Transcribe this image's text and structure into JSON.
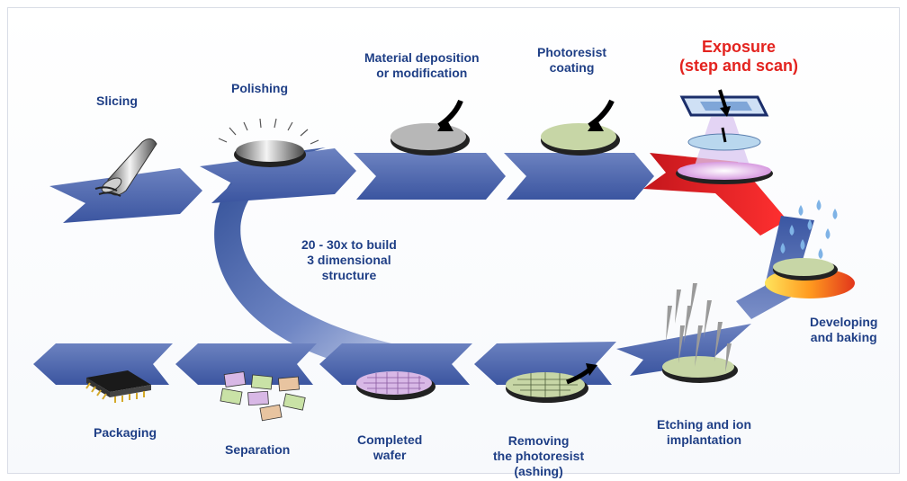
{
  "steps": {
    "slicing": [
      "Slicing"
    ],
    "polishing": [
      "Polishing"
    ],
    "deposition": [
      "Material deposition",
      "or modification"
    ],
    "photoresist": [
      "Photoresist",
      "coating"
    ],
    "exposure": [
      "Exposure",
      "(step and scan)"
    ],
    "developing": [
      "Developing",
      "and baking"
    ],
    "etching": [
      "Etching and ion",
      "implantation"
    ],
    "removing": [
      "Removing",
      "the photoresist",
      "(ashing)"
    ],
    "completed": [
      "Completed",
      "wafer"
    ],
    "separation": [
      "Separation"
    ],
    "packaging": [
      "Packaging"
    ]
  },
  "loop_note": [
    "20 - 30x to build",
    "3 dimensional",
    "structure"
  ],
  "colors": {
    "arrow": "#4a62a6",
    "arrow_dark": "#2c4a93",
    "highlight": "#e3231f",
    "label": "#1f3f86"
  },
  "icons": [
    "ingot-icon",
    "polished-wafer-icon",
    "deposition-wafer-icon",
    "coated-wafer-icon",
    "scanner-lens-icon",
    "water-drops-icon",
    "heated-wafer-icon",
    "ion-beam-icon",
    "ashing-wafer-icon",
    "patterned-wafer-icon",
    "diced-chips-icon",
    "chip-package-icon"
  ]
}
